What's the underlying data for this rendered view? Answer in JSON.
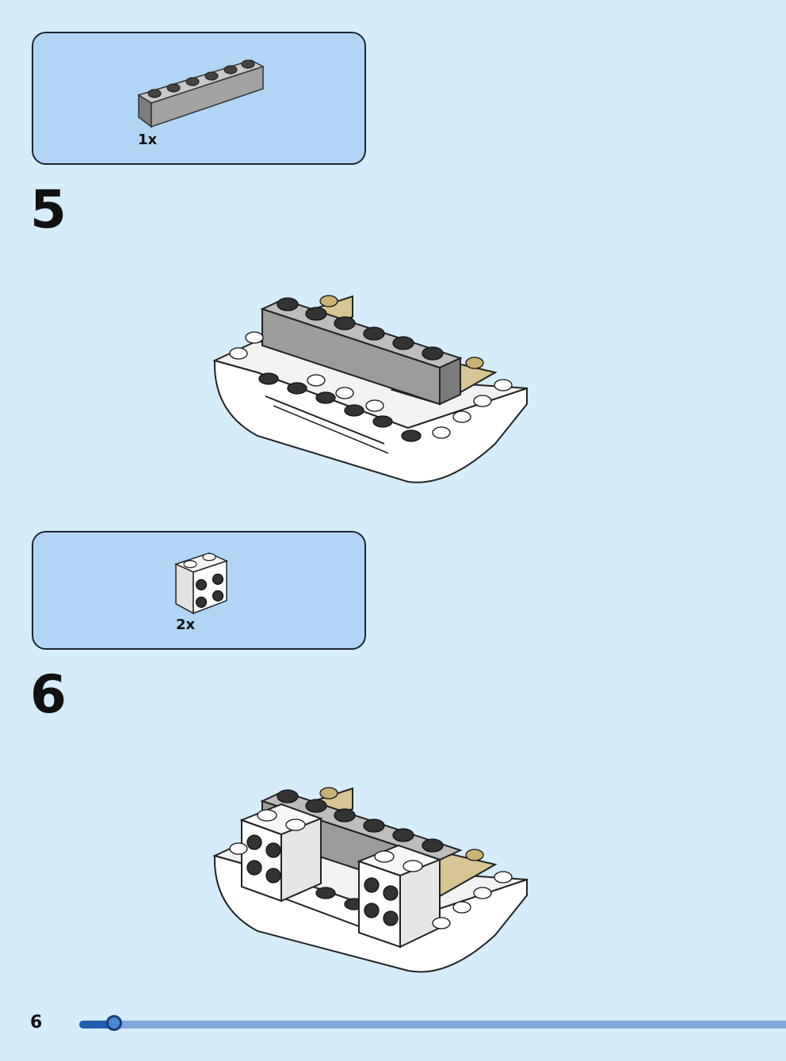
{
  "steps": [
    {
      "number": "5",
      "part_quantity": "1x",
      "part": "gray-brick-1x6"
    },
    {
      "number": "6",
      "part_quantity": "2x",
      "part": "white-brick-2x2-with-studs-on-side"
    }
  ],
  "footer": {
    "page_number": "6",
    "progress": 0.05
  },
  "colors": {
    "background": "#d5ecfb",
    "parts_box": "#b1d6f5",
    "gray_brick": "#9c9c9c",
    "tan_plate": "#d7c593",
    "white_brick": "#ffffff",
    "progress_fill": "#1f5fae",
    "progress_track": "#7fa8de"
  }
}
